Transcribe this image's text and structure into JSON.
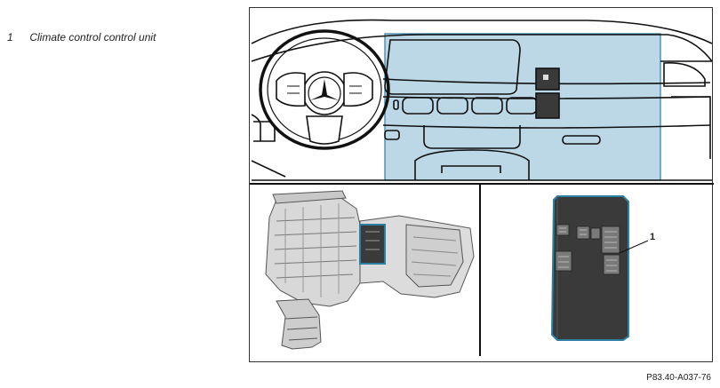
{
  "legend": {
    "items": [
      {
        "number": "1",
        "text": "Climate control control unit"
      }
    ]
  },
  "figure": {
    "callout_label": "1",
    "reference_code": "P83.40-A037-76"
  },
  "colors": {
    "highlight": "#bcd8e6",
    "highlight_stroke": "#2b7fa3",
    "unit_body": "#3a3a3a",
    "line": "#111111"
  }
}
